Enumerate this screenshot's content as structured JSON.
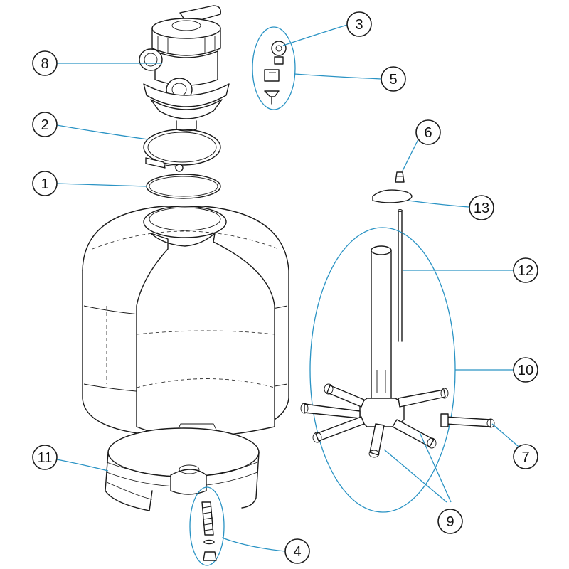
{
  "callouts": [
    {
      "id": "c1",
      "label": "1"
    },
    {
      "id": "c2",
      "label": "2"
    },
    {
      "id": "c3",
      "label": "3"
    },
    {
      "id": "c4",
      "label": "4"
    },
    {
      "id": "c5",
      "label": "5"
    },
    {
      "id": "c6",
      "label": "6"
    },
    {
      "id": "c7",
      "label": "7"
    },
    {
      "id": "c8",
      "label": "8"
    },
    {
      "id": "c9",
      "label": "9"
    },
    {
      "id": "c10",
      "label": "10"
    },
    {
      "id": "c11",
      "label": "11"
    },
    {
      "id": "c12",
      "label": "12"
    },
    {
      "id": "c13",
      "label": "13"
    }
  ],
  "colors": {
    "leader": "#2a93c4",
    "outline": "#1a1a1a",
    "background": "#ffffff"
  }
}
